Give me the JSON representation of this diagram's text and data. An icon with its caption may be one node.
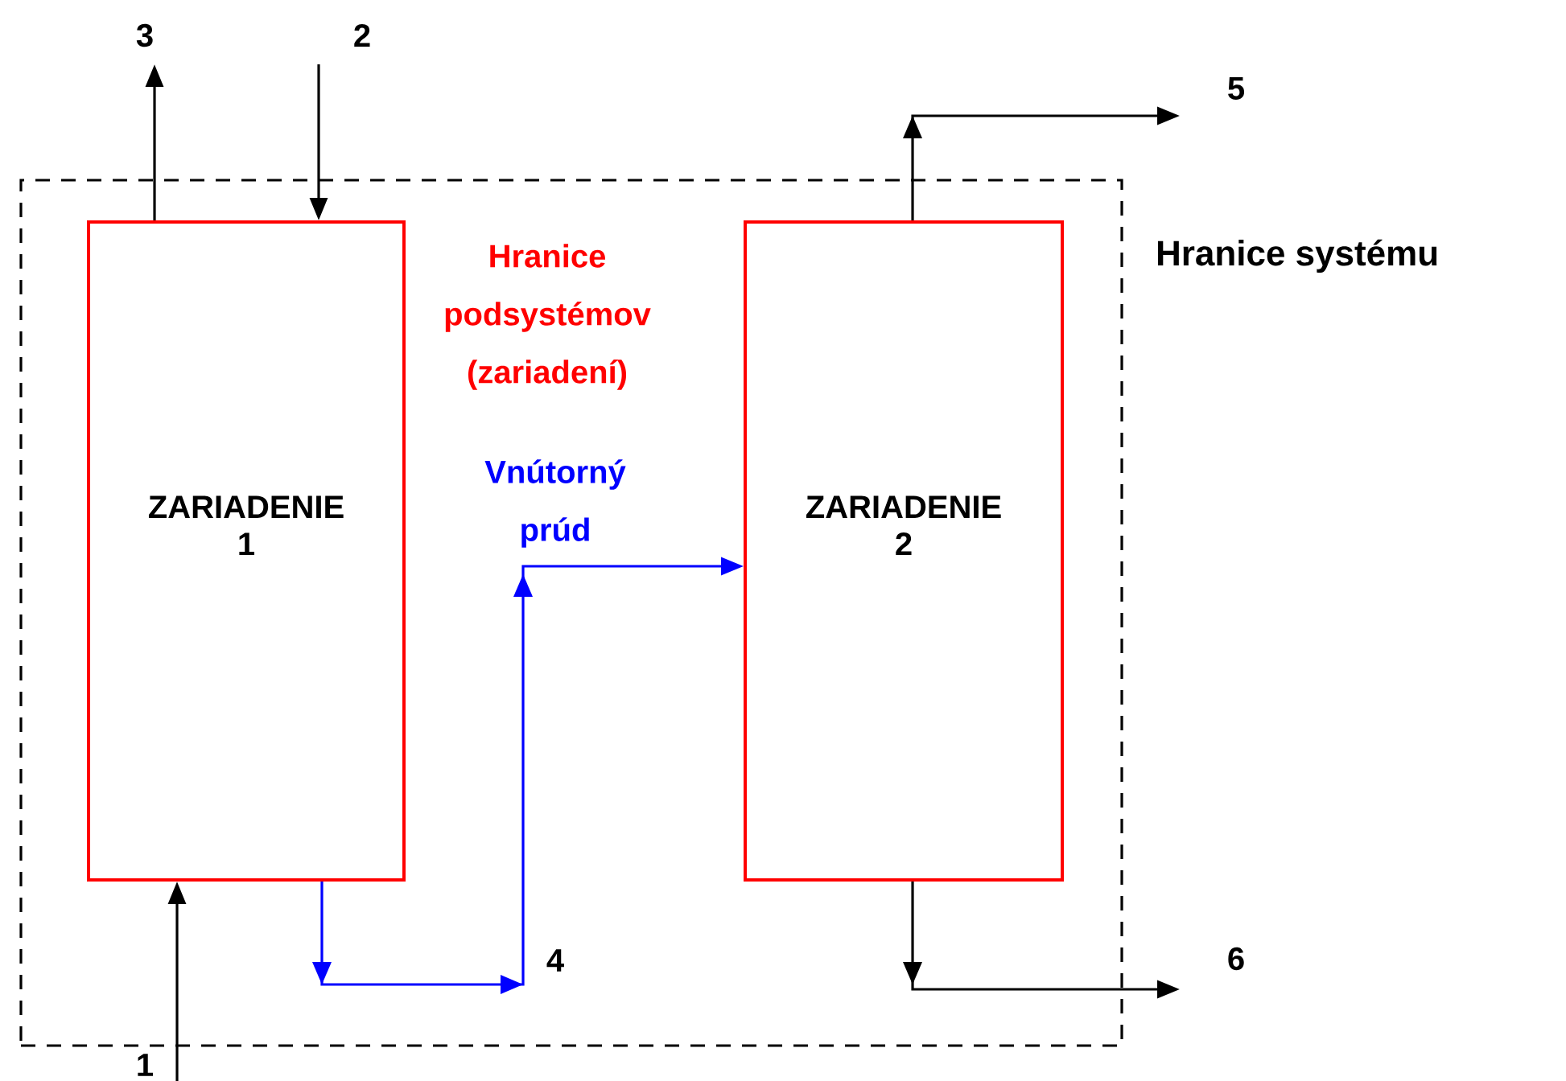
{
  "diagram": {
    "nodes": [
      {
        "text": [
          "Hranice systému"
        ]
      },
      {
        "text": [
          "ZARIADENIE 1"
        ],
        "in": 0
      },
      {
        "text": [
          "ZARIADENIE 2"
        ],
        "in": 0
      }
    ],
    "edges": [
      {
        "from": null,
        "to": 1,
        "arrow": "to",
        "label": "1"
      },
      {
        "from": null,
        "to": 1,
        "arrow": "to",
        "label": "2"
      },
      {
        "from": 1,
        "to": null,
        "arrow": "to",
        "label": "3"
      },
      {
        "from": 1,
        "to": 2,
        "arrow": "to",
        "label": "4",
        "color": "#0000ff"
      },
      {
        "from": 2,
        "to": null,
        "arrow": "to",
        "label": "5"
      },
      {
        "from": 2,
        "to": null,
        "arrow": "to",
        "label": "6"
      }
    ],
    "labels": [
      "Hranice podsystémov (zariadení)",
      "Vnútorný prúd"
    ]
  }
}
